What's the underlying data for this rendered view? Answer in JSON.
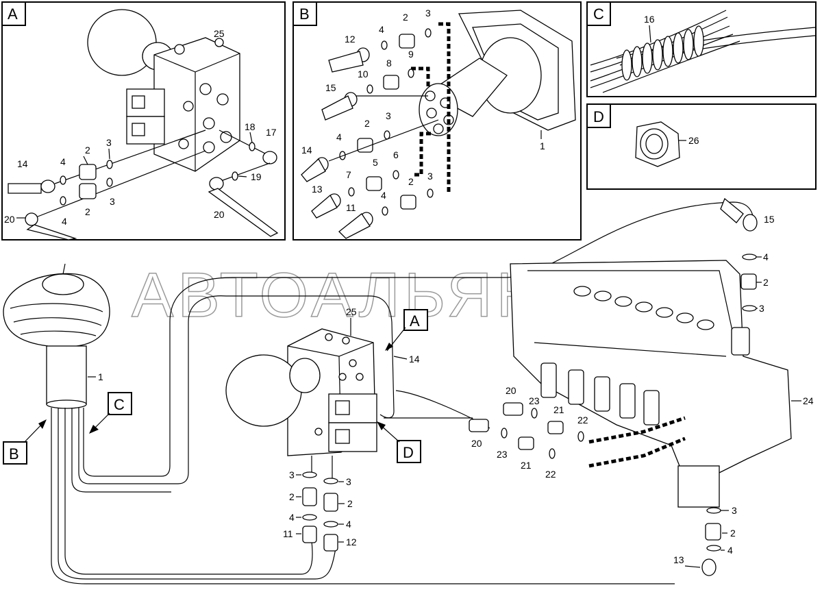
{
  "watermark": "АВТОАЛЬЯНС",
  "detail_views": {
    "A": {
      "letter": "A"
    },
    "B": {
      "letter": "B"
    },
    "C": {
      "letter": "C"
    },
    "D": {
      "letter": "D"
    }
  },
  "callouts": {
    "A": {
      "letter": "A"
    },
    "B": {
      "letter": "B"
    },
    "C": {
      "letter": "C"
    },
    "D": {
      "letter": "D"
    }
  },
  "part_numbers": {
    "a_25": "25",
    "a_2a": "2",
    "a_3a": "3",
    "a_14": "14",
    "a_4a": "4",
    "a_2b": "2",
    "a_3b": "3",
    "a_4b": "4",
    "a_20a": "20",
    "a_20b": "20",
    "a_18": "18",
    "a_17": "17",
    "a_19": "19",
    "b_2a": "2",
    "b_3a": "3",
    "b_4a": "4",
    "b_12": "12",
    "b_9": "9",
    "b_8": "8",
    "b_10": "10",
    "b_15": "15",
    "b_2b": "2",
    "b_3b": "3",
    "b_4b": "4",
    "b_14": "14",
    "b_5": "5",
    "b_6": "6",
    "b_7": "7",
    "b_13": "13",
    "b_2c": "2",
    "b_3c": "3",
    "b_4c": "4",
    "b_11": "11",
    "b_1": "1",
    "c_16": "16",
    "d_26": "26",
    "m_1": "1",
    "m_25": "25",
    "m_14": "14",
    "m_15": "15",
    "m_4a": "4",
    "m_2a": "2",
    "m_3a": "3",
    "m_24": "24",
    "m_20a": "20",
    "m_23a": "23",
    "m_21a": "21",
    "m_22a": "22",
    "m_20b": "20",
    "m_23b": "23",
    "m_21b": "21",
    "m_22b": "22",
    "m_3b": "3",
    "m_2b": "2",
    "m_4b": "4",
    "m_11": "11",
    "m_3c": "3",
    "m_2c": "2",
    "m_4c": "4",
    "m_12": "12",
    "m_3d": "3",
    "m_2d": "2",
    "m_4d": "4",
    "m_13": "13"
  }
}
